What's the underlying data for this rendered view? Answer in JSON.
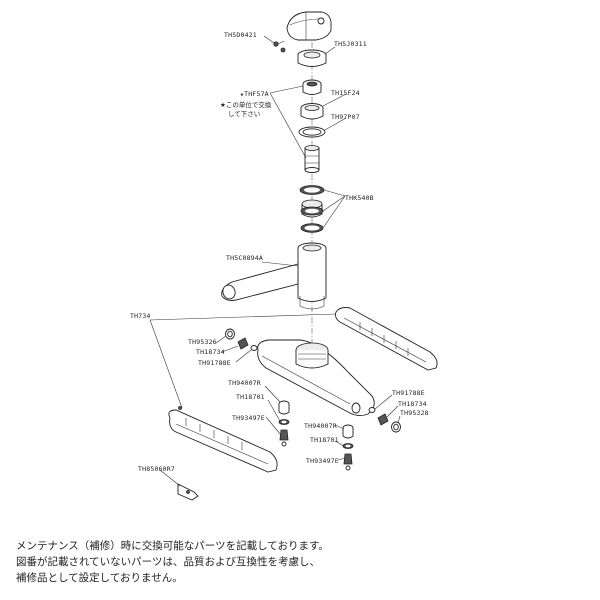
{
  "labels": {
    "TH5D0421": "TH5D0421",
    "TH5J0311": "TH5J0311",
    "THF57A": "★THF57A",
    "note1": "★この単位で交換",
    "note2": "して下さい",
    "TH15F24": "TH15F24",
    "TH97P07": "TH97P07",
    "THK540B": "THK540B",
    "TH5C0894A": "TH5C0894A",
    "TH734": "TH734",
    "TH95326": "TH95326",
    "TH18734a": "TH18734",
    "TH91788E_left": "TH91788E",
    "TH94007R_left": "TH94007R",
    "TH18701_left": "TH18701",
    "TH93497E_left": "TH93497E",
    "TH91788E_right": "TH91788E",
    "TH18734b": "TH18734",
    "TH95328": "TH95328",
    "TH94007R_right": "TH94007R",
    "TH18701_right": "TH18701",
    "TH93497E_right": "TH93497E",
    "TH85060R7": "TH85060R7"
  },
  "footer": {
    "line1": "メンテナンス（補修）時に交換可能なパーツを記載しております。",
    "line2": "図番が記載されていないパーツは、品質および互換性を考慮し、",
    "line3": "補修品として設定しておりません。"
  }
}
